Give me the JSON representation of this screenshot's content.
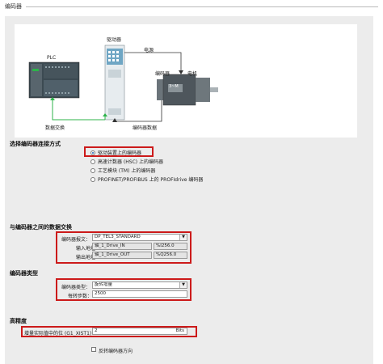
{
  "header": {
    "title": "编码器"
  },
  "diagram": {
    "plc_label": "PLC",
    "drive_label": "驱动器",
    "power_label": "电源",
    "encoder_label": "编码器",
    "motor_label": "电机",
    "motor_badge": "3~M",
    "data_exchange_label": "数据交换",
    "encoder_data_label": "编码器数据"
  },
  "connection": {
    "title": "选择编码器连接方式",
    "options": [
      {
        "label": "驱动装置上的编码器",
        "selected": true
      },
      {
        "label": "高速计数器 (HSC) 上的编码器",
        "selected": false
      },
      {
        "label": "工艺模块 (TM) 上的编码器",
        "selected": false
      },
      {
        "label": "PROFINET/PROFIBUS 上的 PROFIdrive 编码器",
        "selected": false
      }
    ]
  },
  "exchange": {
    "title": "与编码器之间的数据交换",
    "telegram_label": "编码器报文：",
    "telegram_value": "DP_TEL3_STANDARD",
    "input_label": "输入地址：",
    "input_value": "轴_1_Drive_IN",
    "input_addr": "%I256.0",
    "output_label": "输出地址：",
    "output_value": "轴_1_Drive_OUT",
    "output_addr": "%Q256.0"
  },
  "encoder_type": {
    "title": "编码器类型",
    "type_label": "编码器类型：",
    "type_value": "旋转增量",
    "steps_label": "每转步数：",
    "steps_value": "2500"
  },
  "precision": {
    "title": "高精度",
    "bits_label": "增量实际值中的位 (G1_XIST1)：",
    "bits_value": "2",
    "bits_unit": "Bits",
    "invert_label": "反转编码器方向",
    "invert_checked": false
  },
  "colors": {
    "highlight": "#cc1a1a",
    "data_line": "#2db34a",
    "panel_bg": "#ececec"
  }
}
